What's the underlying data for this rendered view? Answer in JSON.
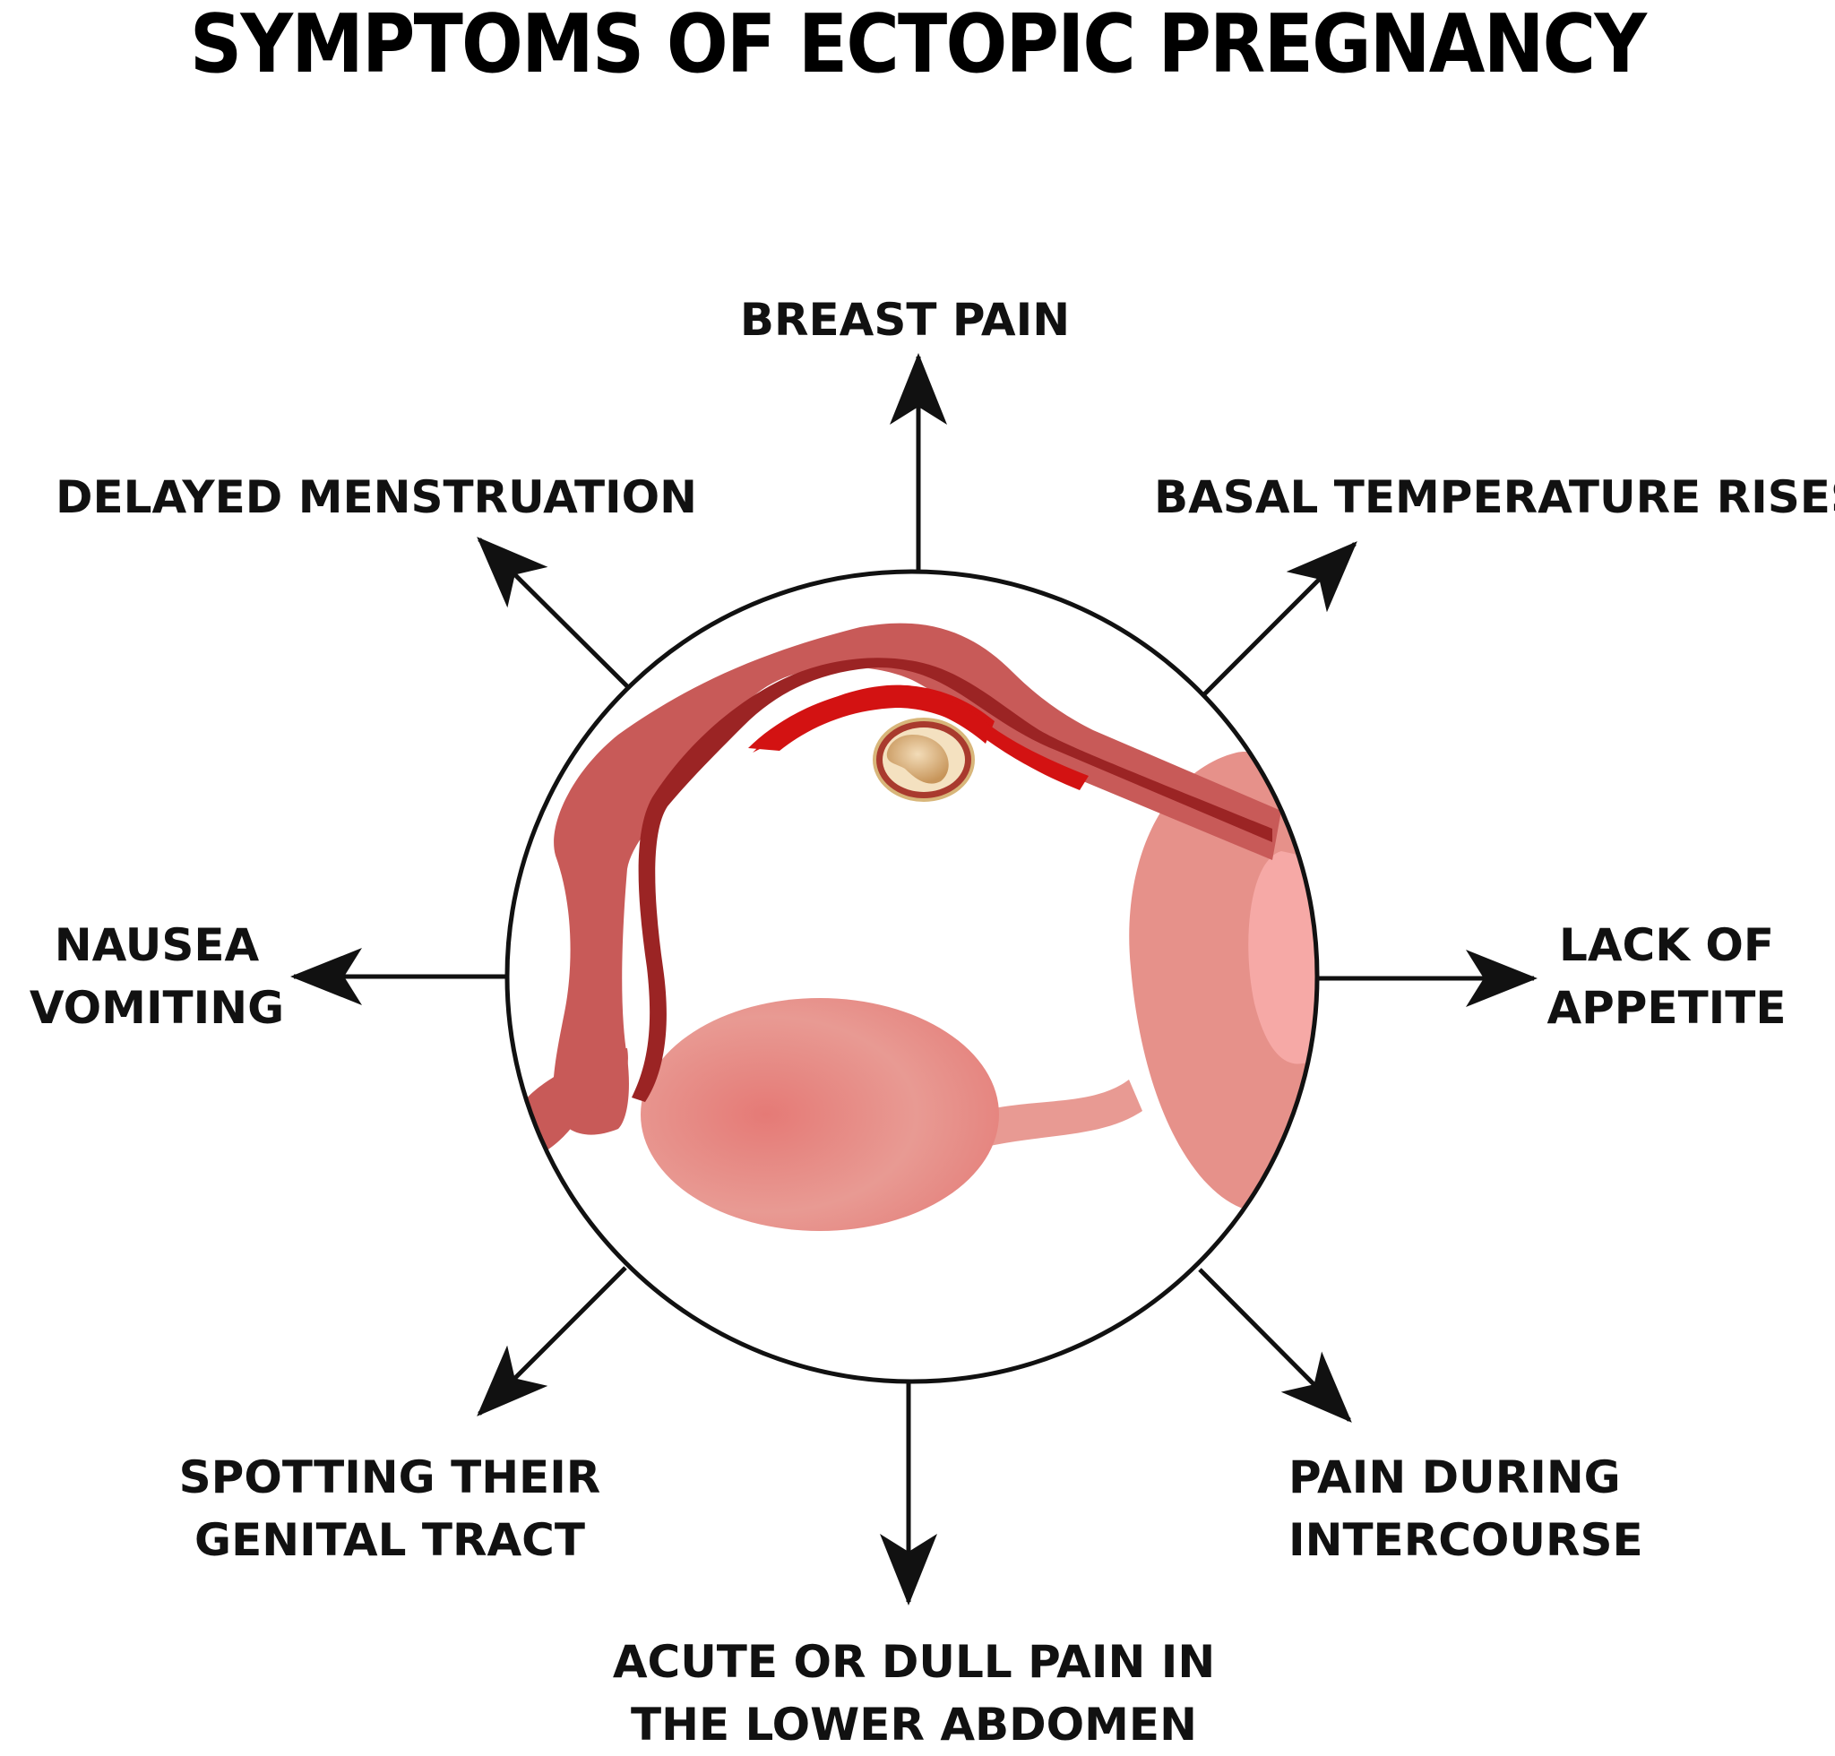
{
  "title": "SYMPTOMS OF ECTOPIC PREGNANCY",
  "symptoms": {
    "top": "BREAST PAIN",
    "top_left": "DELAYED MENSTRUATION",
    "top_right": "BASAL TEMPERATURE RISES",
    "left": [
      "NAUSEA",
      "VOMITING"
    ],
    "right": [
      "LACK OF",
      "APPETITE"
    ],
    "bottom_left": [
      "SPOTTING THEIR",
      "GENITAL TRACT"
    ],
    "bottom_right": [
      "PAIN DURING",
      "INTERCOURSE"
    ],
    "bottom": [
      "ACUTE OR DULL PAIN IN",
      "THE LOWER ABDOMEN"
    ]
  },
  "colors": {
    "tube_outer": "#c85a58",
    "tube_inner": "#d31212",
    "tube_dark": "#9b2424",
    "ovary": "#e37d7a",
    "uterus": "#e6918a",
    "embryo": "#d4a56a"
  }
}
